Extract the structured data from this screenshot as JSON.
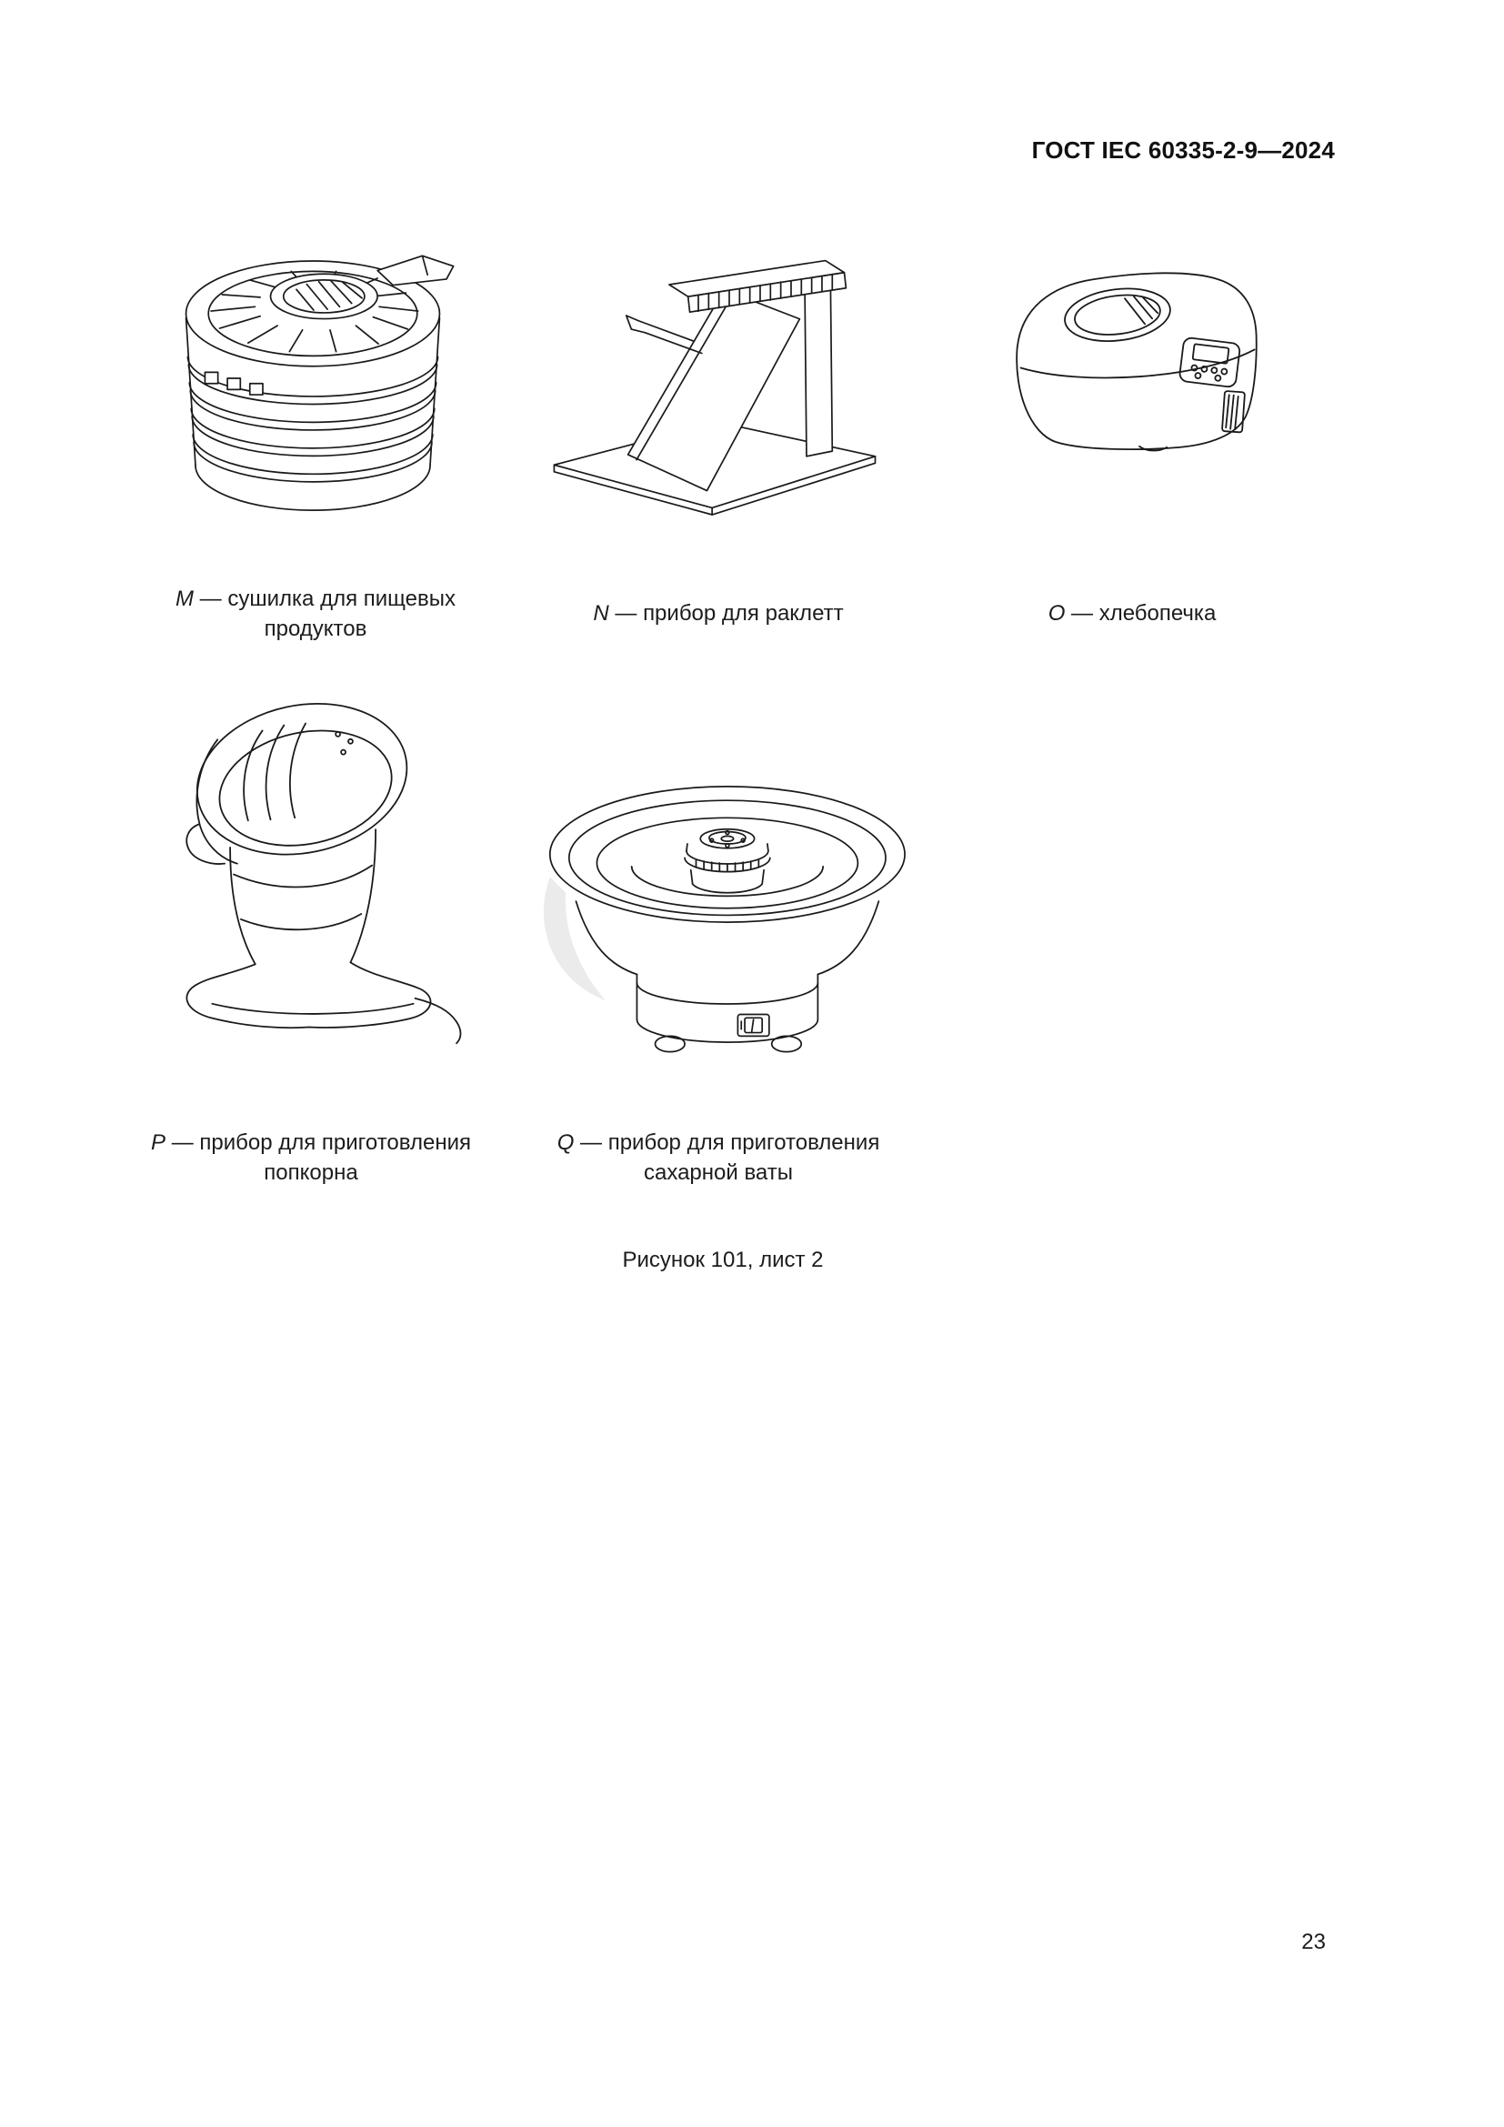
{
  "doc": {
    "header": "ГОСТ IEC 60335-2-9—2024",
    "sheet_caption": "Рисунок 101, лист 2",
    "page_number": "23"
  },
  "figures": [
    {
      "letter": "M",
      "sep": " — ",
      "label": "сушилка для пищевых продуктов",
      "art": "food-dehydrator-line-art"
    },
    {
      "letter": "N",
      "sep": " — ",
      "label": "прибор для раклетт",
      "art": "raclette-appliance-line-art"
    },
    {
      "letter": "O",
      "sep": " — ",
      "label": "хлебопечка",
      "art": "bread-maker-line-art"
    },
    {
      "letter": "P",
      "sep": " — ",
      "label": "прибор для приготовления попкорна",
      "art": "popcorn-maker-line-art"
    },
    {
      "letter": "Q",
      "sep": " — ",
      "label": "прибор для приготовления сахарной ваты",
      "art": "cotton-candy-maker-line-art"
    }
  ],
  "colors": {
    "ink": "#1a1a1a",
    "paper": "#ffffff",
    "shadow": "#e0e0e0"
  }
}
